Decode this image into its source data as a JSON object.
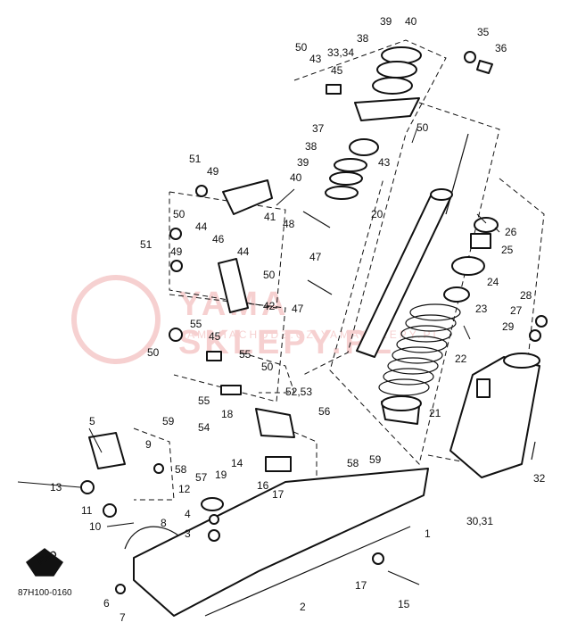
{
  "diagram": {
    "code": "87H100-0160",
    "fwd_label": "FWD",
    "watermark": {
      "text": "YAMA SKLEPY.PL",
      "subtext": "YAMAHACHODZ.CZ  YAMASKLEPY.PL"
    },
    "callouts": {
      "c1": "1",
      "c2": "2",
      "c3": "3",
      "c4": "4",
      "c5": "5",
      "c6": "6",
      "c7": "7",
      "c8": "8",
      "c9": "9",
      "c10": "10",
      "c11": "11",
      "c12": "12",
      "c13": "13",
      "c14": "14",
      "c15": "15",
      "c16": "16",
      "c17a": "17",
      "c17b": "17",
      "c18": "18",
      "c19": "19",
      "c20": "20",
      "c21": "21",
      "c22": "22",
      "c23": "23",
      "c24": "24",
      "c25": "25",
      "c26": "26",
      "c27": "27",
      "c28": "28",
      "c29": "29",
      "c3031": "30,31",
      "c32": "32",
      "c3334": "33,34",
      "c35": "35",
      "c36": "36",
      "c37": "37",
      "c38a": "38",
      "c38b": "38",
      "c39a": "39",
      "c39b": "39",
      "c40a": "40",
      "c40b": "40",
      "c41": "41",
      "c42": "42",
      "c43a": "43",
      "c43b": "43",
      "c44a": "44",
      "c44b": "44",
      "c45a": "45",
      "c45b": "45",
      "c46": "46",
      "c47a": "47",
      "c47b": "47",
      "c48": "48",
      "c49a": "49",
      "c49b": "49",
      "c50a": "50",
      "c50b": "50",
      "c50c": "50",
      "c50d": "50",
      "c50e": "50",
      "c50f": "50",
      "c51a": "51",
      "c51b": "51",
      "c5253": "52,53",
      "c54": "54",
      "c55a": "55",
      "c55b": "55",
      "c55c": "55",
      "c56": "56",
      "c57": "57",
      "c58a": "58",
      "c58b": "58",
      "c59a": "59",
      "c59b": "59"
    }
  }
}
